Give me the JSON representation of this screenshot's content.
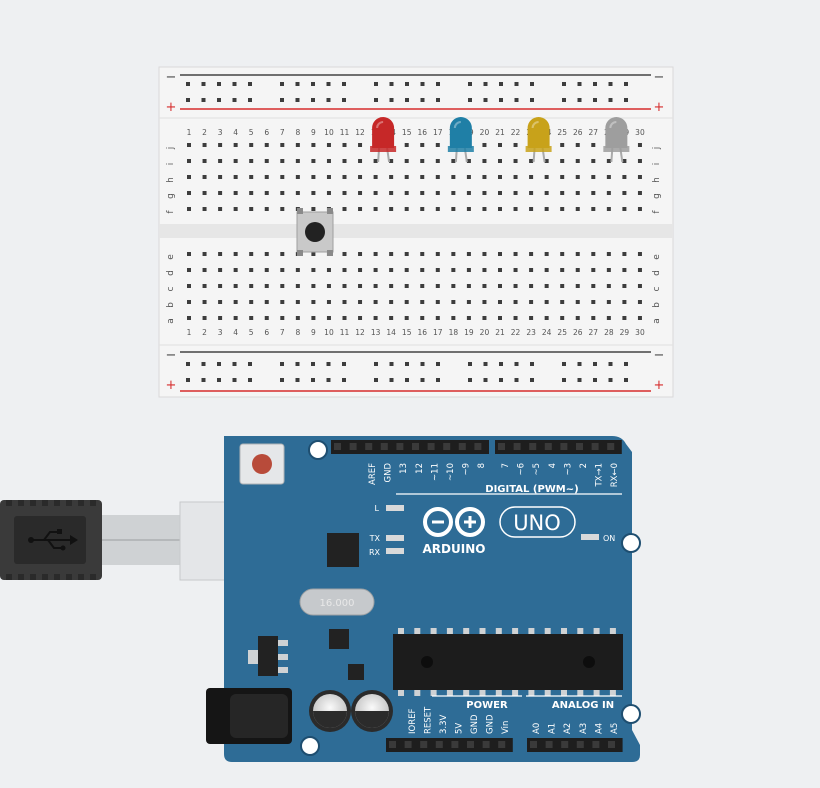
{
  "colors": {
    "background": "#eef0f2",
    "breadboard": "#f5f5f5",
    "board_blue": "#2e6c96",
    "rail_red": "#d62d2d",
    "led_red": "#c62828",
    "led_blue": "#1f7fa6",
    "led_yellow": "#c8a21a",
    "led_gray": "#9e9e9e"
  },
  "breadboard": {
    "columns": [
      "1",
      "2",
      "3",
      "4",
      "5",
      "6",
      "7",
      "8",
      "9",
      "10",
      "11",
      "12",
      "13",
      "14",
      "15",
      "16",
      "17",
      "18",
      "19",
      "20",
      "21",
      "22",
      "23",
      "24",
      "25",
      "26",
      "27",
      "28",
      "29",
      "30"
    ],
    "top_rows": [
      "j",
      "i",
      "h",
      "g",
      "f"
    ],
    "bottom_rows": [
      "e",
      "d",
      "c",
      "b",
      "a"
    ],
    "minus_sign": "−",
    "plus_sign": "+"
  },
  "components": {
    "leds": [
      {
        "color": "red",
        "column": "13"
      },
      {
        "color": "blue",
        "column": "18"
      },
      {
        "color": "yellow",
        "column": "23"
      },
      {
        "color": "gray",
        "column": "28"
      }
    ],
    "pushbutton": {
      "column": "9"
    }
  },
  "arduino": {
    "brand": "ARDUINO",
    "model": "UNO",
    "crystal_text": "16.000",
    "led_L": "L",
    "led_TX": "TX",
    "led_RX": "RX",
    "on_label": "ON",
    "digital_label": "DIGITAL (PWM~)",
    "power_label": "POWER",
    "analog_label": "ANALOG IN",
    "digital_pins": [
      "AREF",
      "GND",
      "13",
      "12",
      "~11",
      "~10",
      "~9",
      "8",
      "7",
      "~6",
      "~5",
      "4",
      "~3",
      "2",
      "TX→1",
      "RX←0"
    ],
    "power_pins": [
      "IOREF",
      "RESET",
      "3.3V",
      "5V",
      "GND",
      "GND",
      "Vin"
    ],
    "analog_pins": [
      "A0",
      "A1",
      "A2",
      "A3",
      "A4",
      "A5"
    ]
  }
}
